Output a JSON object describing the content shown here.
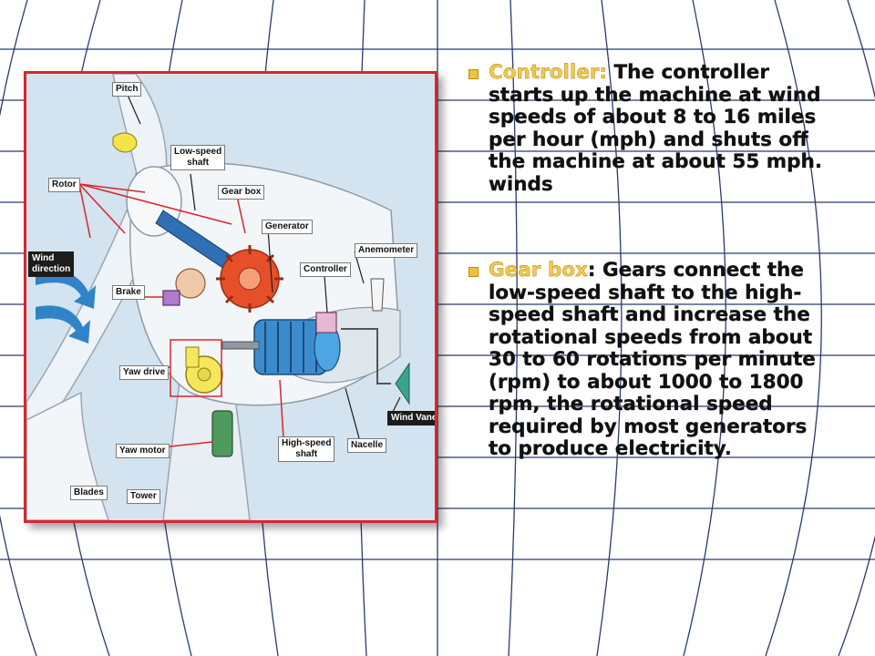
{
  "labels": {
    "pitch": "Pitch",
    "low_speed_shaft": "Low-speed\nshaft",
    "rotor": "Rotor",
    "gear_box": "Gear box",
    "generator": "Generator",
    "anemometer": "Anemometer",
    "wind_direction": "Wind\ndirection",
    "controller": "Controller",
    "brake": "Brake",
    "yaw_drive": "Yaw drive",
    "wind_vane": "Wind Vane",
    "high_speed_shaft": "High-speed\nshaft",
    "nacelle": "Nacelle",
    "yaw_motor": "Yaw motor",
    "blades": "Blades",
    "tower": "Tower"
  },
  "bullets": [
    {
      "term": "Controller:",
      "text": " The controller starts up the machine at wind speeds of about 8 to 16 miles per hour (mph) and shuts off the machine at about 55 mph. winds",
      "tail": ""
    },
    {
      "term": "Gear box",
      "text": ": Gears connect the low-speed shaft to the high-speed shaft and increase the rotational speeds from about 30 to 60 rotations per minute (rpm) to about 1000 to 1800 rpm, the rotational speed required by most generators to produce electricity",
      "tail": "."
    }
  ],
  "colors": {
    "term": "#f3c84a",
    "frame": "#d9262b",
    "grid": "#2a3b6e",
    "leader": "#d9262b"
  }
}
